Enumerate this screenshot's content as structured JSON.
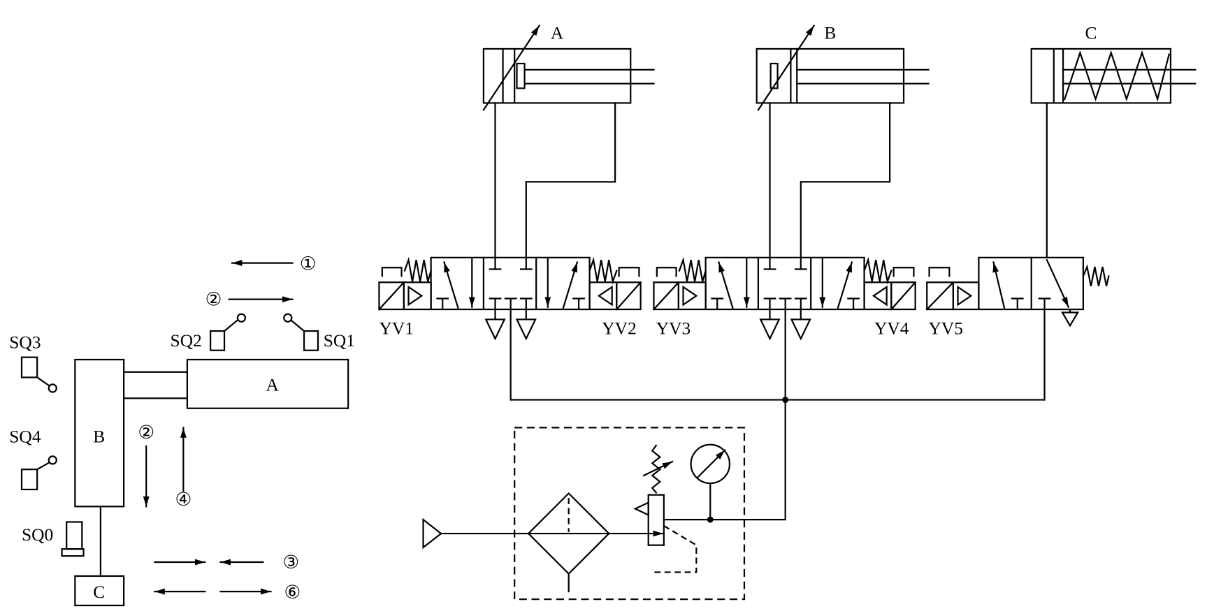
{
  "pneumatic_circuit": {
    "cylinder_a_label": "A",
    "cylinder_b_label": "B",
    "cylinder_c_label": "C",
    "valve_labels": {
      "yv1": "YV1",
      "yv2": "YV2",
      "yv3": "YV3",
      "yv4": "YV4",
      "yv5": "YV5"
    }
  },
  "mechanism": {
    "unit_a_label": "A",
    "unit_b_label": "B",
    "unit_c_label": "C",
    "switches": {
      "sq0": "SQ0",
      "sq1": "SQ1",
      "sq2": "SQ2",
      "sq3": "SQ3",
      "sq4": "SQ4"
    },
    "steps": {
      "step1": "①",
      "step2_horizontal": "②",
      "step2_vertical": "②",
      "step3": "③",
      "step4": "④",
      "step6": "⑥"
    }
  }
}
